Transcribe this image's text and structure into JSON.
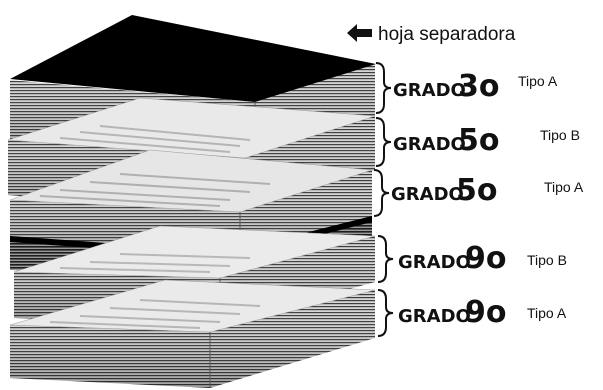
{
  "separator_label": "hoja separadora",
  "stacks": [
    {
      "grado": "GRADO",
      "numero": "3o",
      "tipo": "Tipo A"
    },
    {
      "grado": "GRADO",
      "numero": "5o",
      "tipo": "Tipo B"
    },
    {
      "grado": "GRADO",
      "numero": "5o",
      "tipo": "Tipo A"
    },
    {
      "grado": "GRADO",
      "numero": "9o",
      "tipo": "Tipo B"
    },
    {
      "grado": "GRADO",
      "numero": "9o",
      "tipo": "Tipo A"
    }
  ]
}
